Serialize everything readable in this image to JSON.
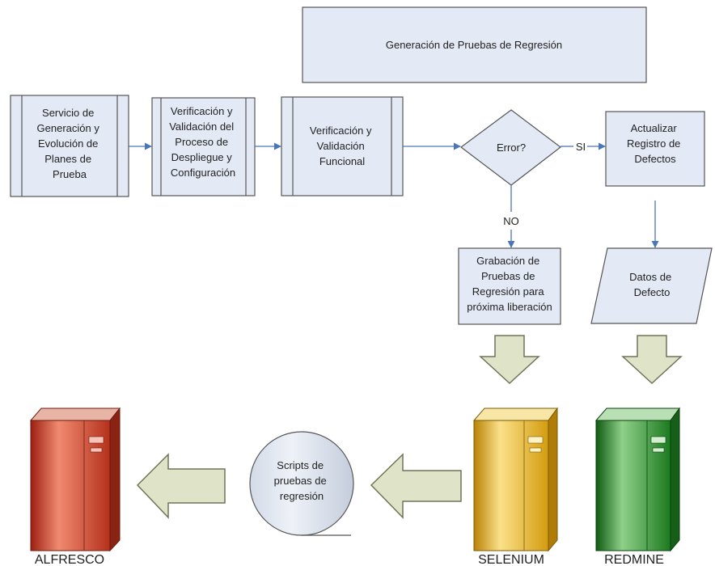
{
  "header": {
    "title": "Generación de Pruebas de Regresión"
  },
  "process": [
    {
      "lines": [
        "Servicio de",
        "Generación  y",
        "Evolución de",
        "Planes de",
        "Prueba"
      ]
    },
    {
      "lines": [
        "Verificación y",
        "Validación del",
        "Proceso de",
        "Despliegue y",
        "Configuración"
      ]
    },
    {
      "lines": [
        "Verificación y",
        "Validación",
        "Funcional"
      ]
    }
  ],
  "decision": {
    "label": "Error?",
    "yes_label": "SI",
    "no_label": "NO"
  },
  "update_defects": {
    "lines": [
      "Actualizar",
      "Registro de",
      "Defectos"
    ]
  },
  "recording": {
    "lines": [
      "Grabación de",
      "Pruebas de",
      "Regresión para",
      "próxima liberación"
    ]
  },
  "defect_data": {
    "lines": [
      "Datos de",
      "Defecto"
    ]
  },
  "scripts": {
    "lines": [
      "Scripts de",
      "pruebas de",
      "regresión"
    ]
  },
  "servers": [
    {
      "name": "ALFRESCO",
      "color": "#d9442b"
    },
    {
      "name": "SELENIUM",
      "color": "#e8b21a"
    },
    {
      "name": "REDMINE",
      "color": "#2e8a2e"
    }
  ],
  "colors": {
    "box_fill": "#e3e9f5",
    "box_stroke": "#555555",
    "connector": "#4a76b8",
    "block_arrow": "#dfe3c8"
  }
}
